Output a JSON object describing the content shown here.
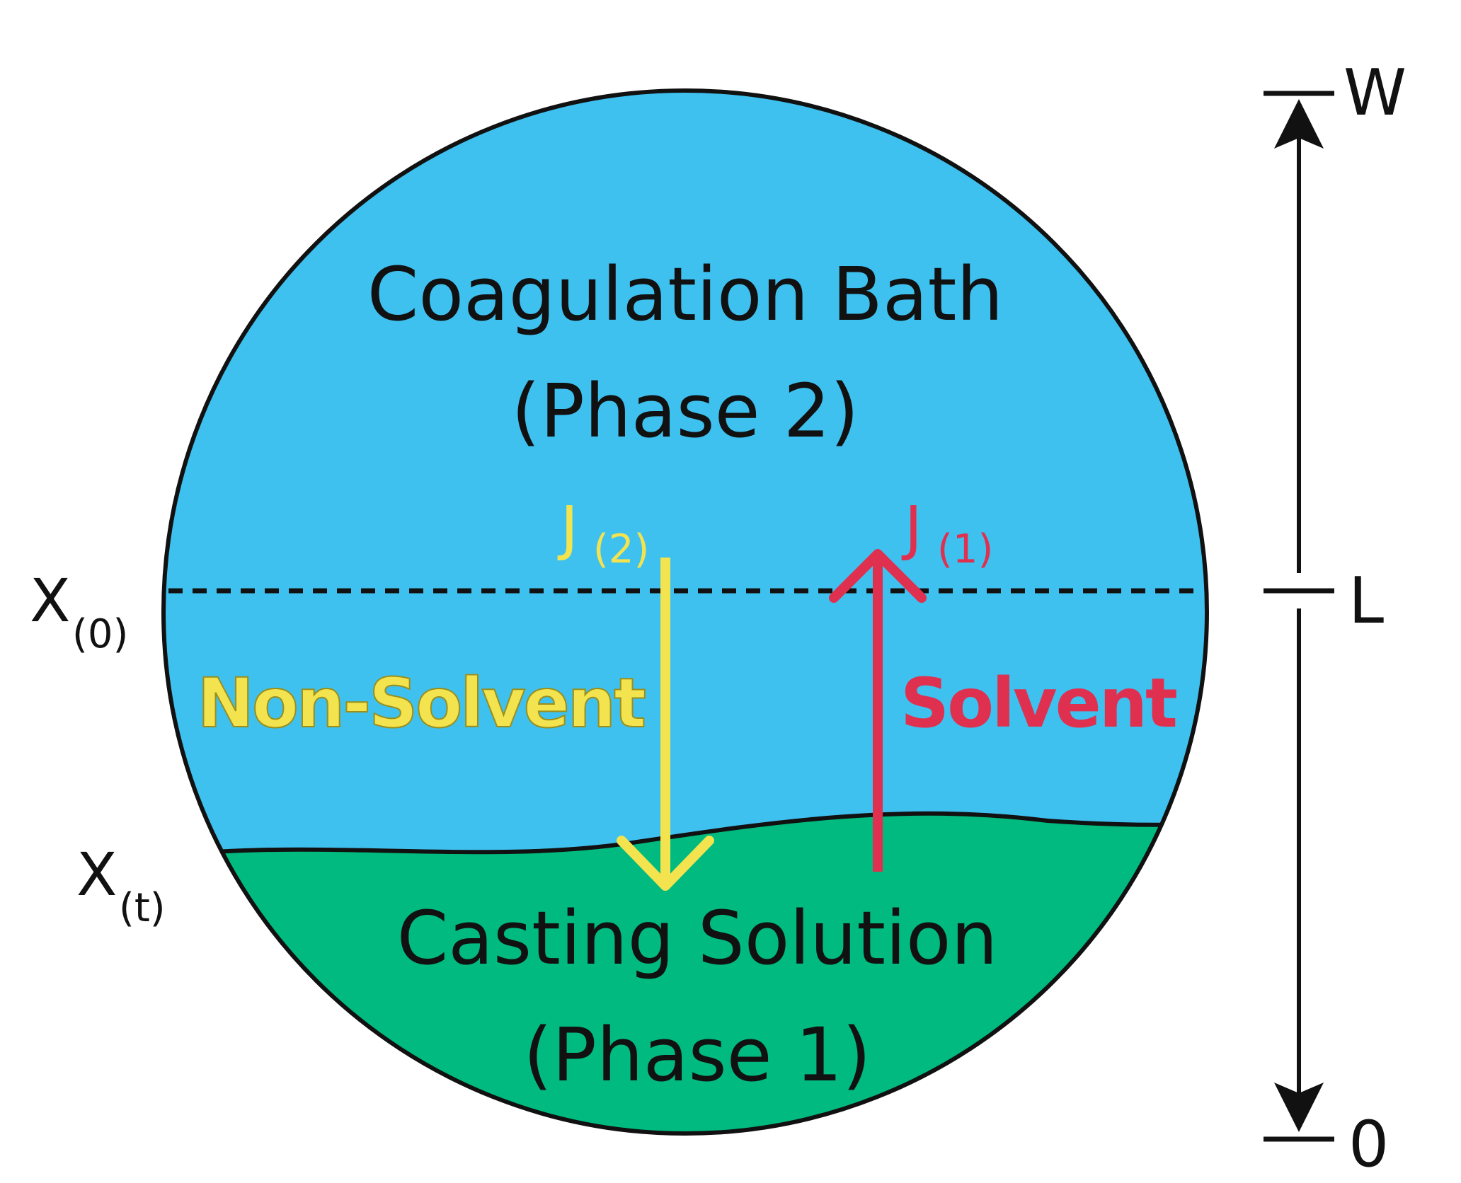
{
  "diagram": {
    "regions": {
      "bath": {
        "line1": "Coagulation Bath",
        "line2": "(Phase 2)",
        "color": "#3EC1EF"
      },
      "casting": {
        "line1": "Casting Solution",
        "line2": "(Phase 1)",
        "color": "#00BA7F"
      }
    },
    "flux_nonsolvent": {
      "symbol": "J",
      "subscript": "(2)",
      "label": "Non-Solvent",
      "color": "#F2E34F"
    },
    "flux_solvent": {
      "symbol": "J",
      "subscript": "(1)",
      "label": "Solvent",
      "color": "#E0304F"
    },
    "interface_initial": {
      "symbol": "X",
      "subscript": "(0)"
    },
    "interface_moving": {
      "symbol": "X",
      "subscript": "(t)"
    },
    "scale": {
      "top": "W",
      "middle": "L",
      "bottom": "0"
    },
    "outline_color": "#111111"
  }
}
